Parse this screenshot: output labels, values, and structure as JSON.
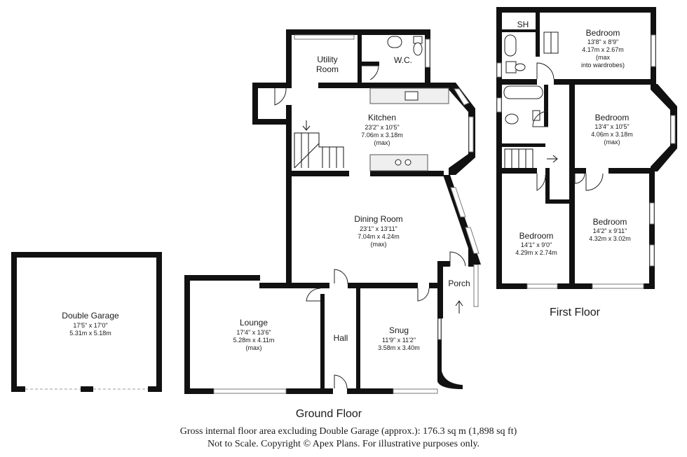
{
  "floors": {
    "ground": "Ground Floor",
    "first": "First Floor"
  },
  "rooms": {
    "double_garage": {
      "name": "Double Garage",
      "imperial": "17'5\" x 17'0\"",
      "metric": "5.31m x 5.18m"
    },
    "lounge": {
      "name": "Lounge",
      "imperial": "17'4\" x 13'6\"",
      "metric": "5.28m x 4.11m",
      "note": "(max)"
    },
    "hall": {
      "name": "Hall"
    },
    "snug": {
      "name": "Snug",
      "imperial": "11'9\" x 11'2\"",
      "metric": "3.58m x 3.40m"
    },
    "porch": {
      "name": "Porch"
    },
    "dining": {
      "name": "Dining Room",
      "imperial": "23'1\" x 13'11\"",
      "metric": "7.04m x 4.24m",
      "note": "(max)"
    },
    "kitchen": {
      "name": "Kitchen",
      "imperial": "23'2\" x 10'5\"",
      "metric": "7.06m x 3.18m",
      "note": "(max)"
    },
    "utility": {
      "line1": "Utility",
      "line2": "Room"
    },
    "wc": {
      "name": "W.C."
    },
    "sh": {
      "name": "SH"
    },
    "bed1": {
      "name": "Bedroom",
      "imperial": "13'8\" x 8'9\"",
      "metric": "4.17m x 2.67m",
      "note1": "(max",
      "note2": "into wardrobes)"
    },
    "bed2": {
      "name": "Bedroom",
      "imperial": "13'4\" x 10'5\"",
      "metric": "4.06m x 3.18m",
      "note": "(max)"
    },
    "bed3": {
      "name": "Bedroom",
      "imperial": "14'2\" x 9'11\"",
      "metric": "4.32m x 3.02m"
    },
    "bed4": {
      "name": "Bedroom",
      "imperial": "14'1\" x 9'0\"",
      "metric": "4.29m x 2.74m"
    }
  },
  "footer": {
    "line1": "Gross internal floor area excluding Double Garage (approx.): 176.3 sq m (1,898 sq ft)",
    "line2": "Not to Scale. Copyright © Apex Plans. For illustrative purposes only."
  },
  "colors": {
    "wall": "#111111",
    "window": "#ffffff",
    "counter": "#efefef"
  }
}
